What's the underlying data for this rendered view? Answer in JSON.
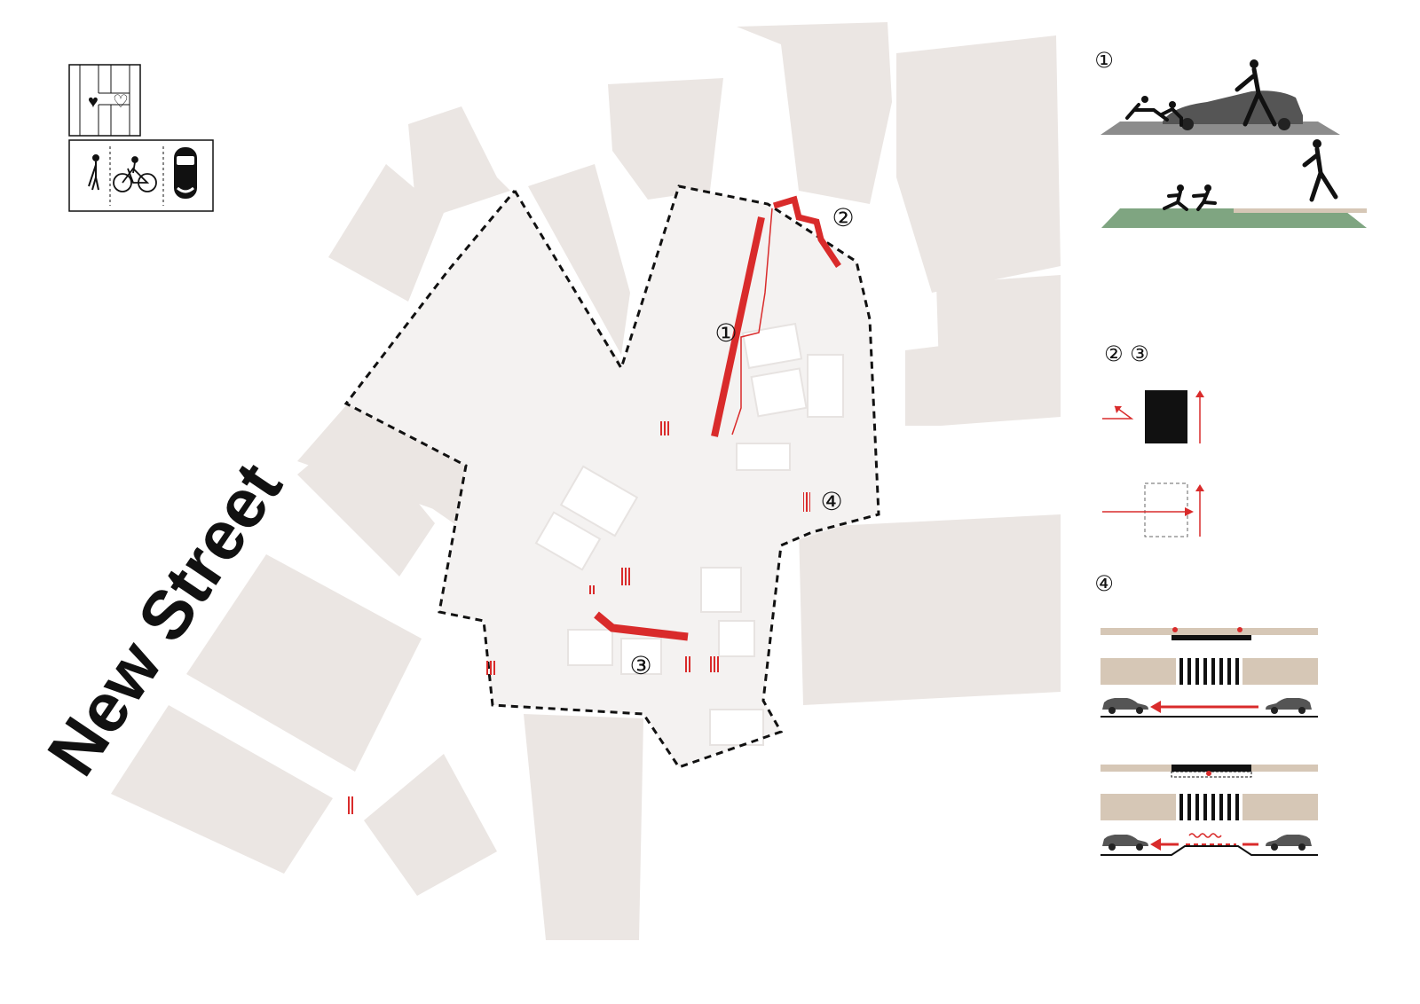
{
  "map": {
    "street_label": "New Street",
    "colors": {
      "block": "#ebe6e3",
      "road": "#ffffff",
      "plaza": "#f7f6f5",
      "intervention": "#d92b2b",
      "boundary": "#111111",
      "ground_grey": "#8c8c8c",
      "ground_green": "#7fa581",
      "ground_tan": "#d6c7b6"
    },
    "markers": [
      {
        "id": "1",
        "label": "①"
      },
      {
        "id": "2",
        "label": "②"
      },
      {
        "id": "3",
        "label": "③"
      },
      {
        "id": "4",
        "label": "④"
      }
    ]
  },
  "legend": {
    "icons": [
      "heart-filled-icon",
      "heart-outline-icon",
      "pedestrian-icon",
      "bicycle-icon",
      "car-icon"
    ]
  },
  "panels": {
    "p1": {
      "heading": "①",
      "scenes": [
        "children-playing-near-car-icon",
        "children-playing-on-green-icon"
      ]
    },
    "p23": {
      "heading": "② ③",
      "scenes": [
        "solid-block-diagram",
        "open-block-diagram"
      ]
    },
    "p4": {
      "heading": "④",
      "scenes": [
        "flat-crossing-diagram",
        "raised-crossing-diagram"
      ]
    }
  }
}
